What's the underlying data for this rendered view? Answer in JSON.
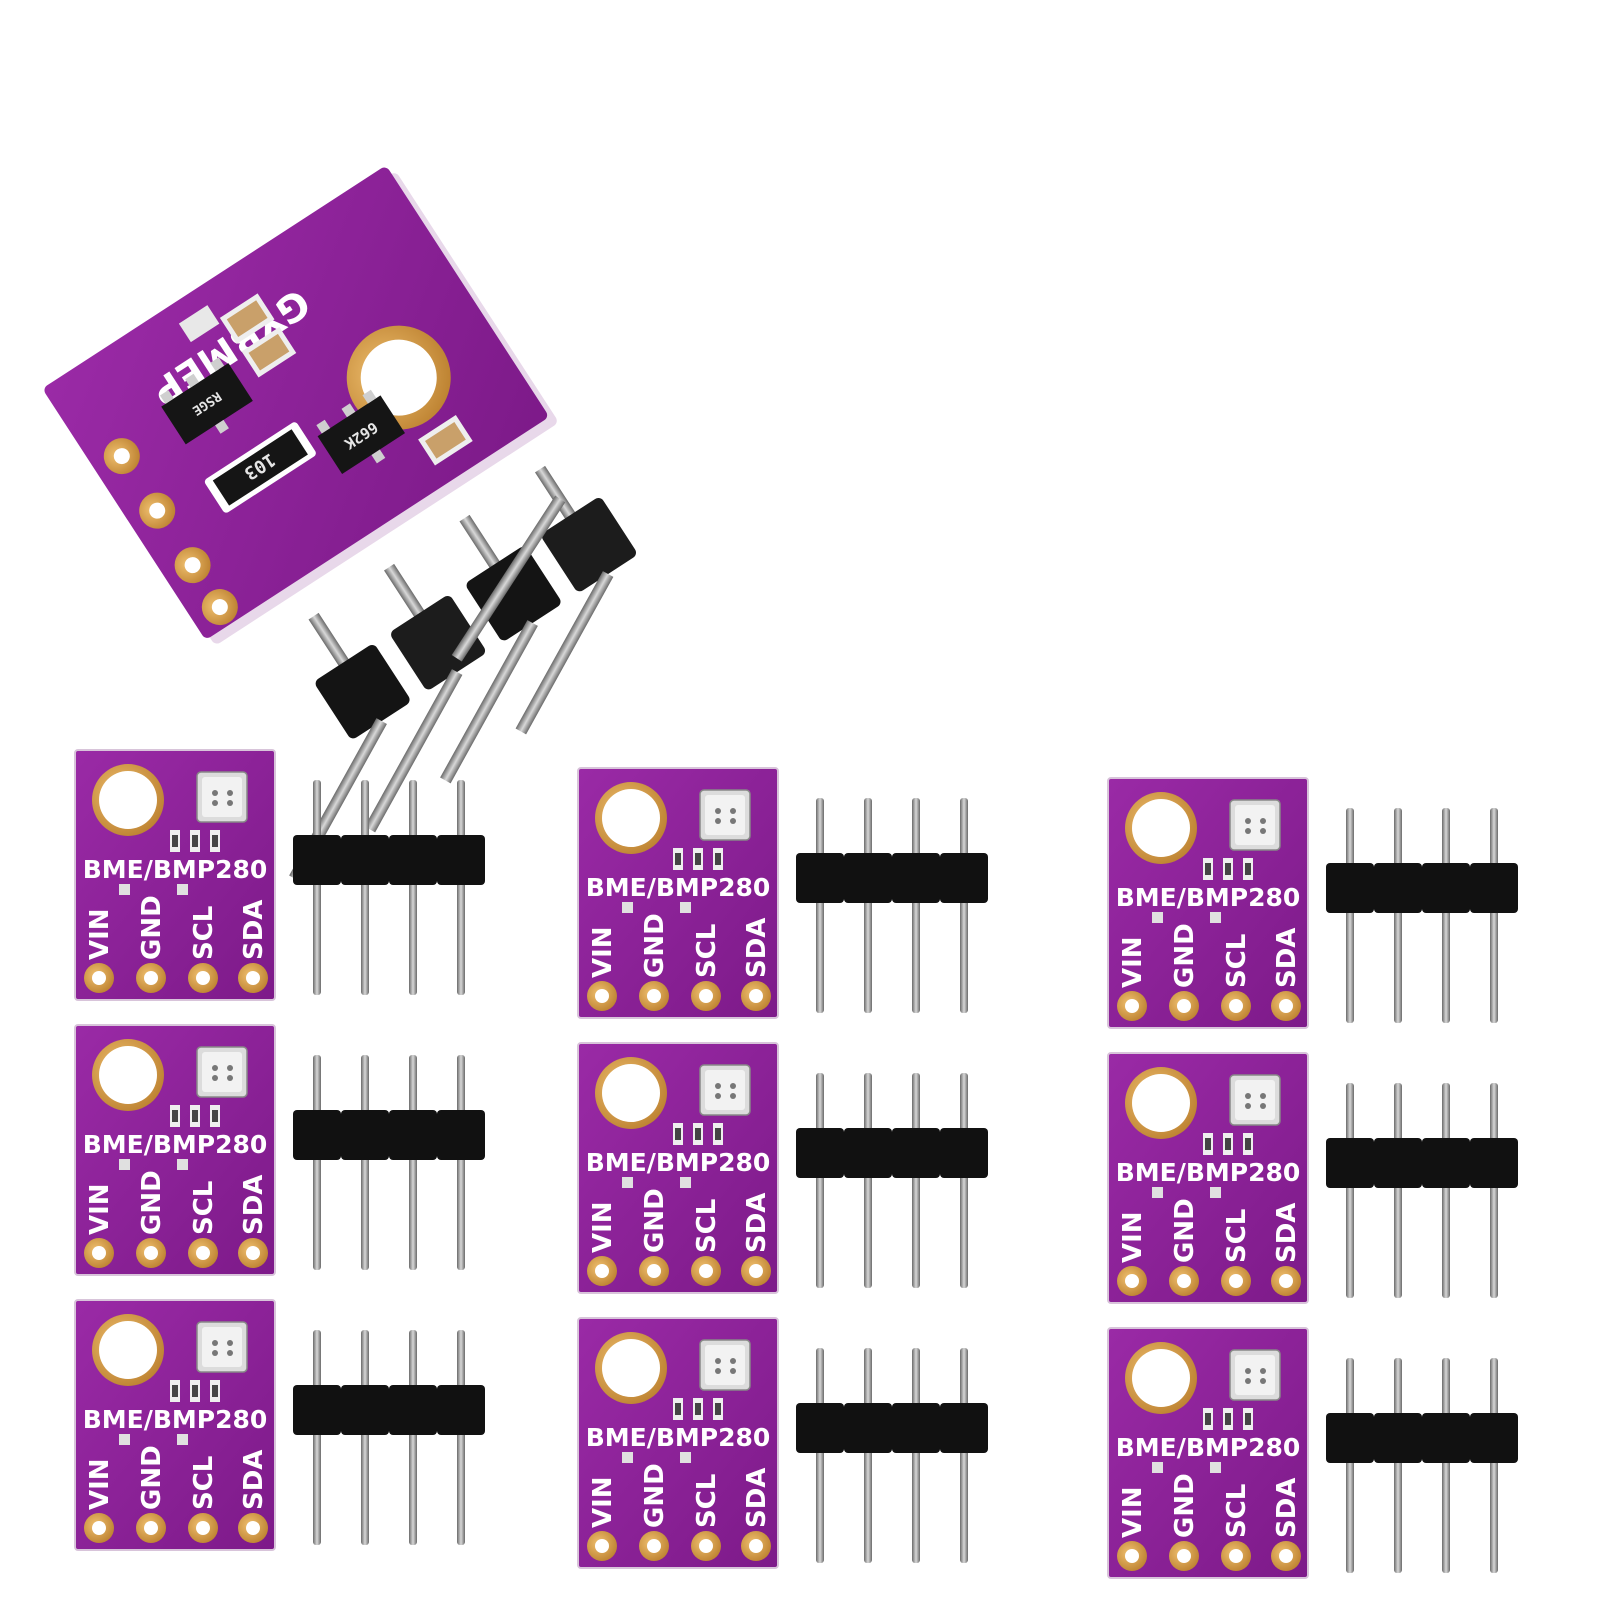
{
  "colors": {
    "background": "#ffffff",
    "pcb": "#8a1f95",
    "pcb_edge": "#6a1273",
    "pad_gold": "#d09a45",
    "header_plastic": "#111111",
    "pin_metal": "#9a9a9a"
  },
  "hero_board": {
    "brand": "GYBMEP",
    "resistor_code": "103",
    "regulator_code": "662K",
    "regulator2_code": "RSGE"
  },
  "module_board": {
    "model": "BME/BMP280",
    "pins": [
      "VIN",
      "GND",
      "SCL",
      "SDA"
    ]
  },
  "grid": {
    "columns": 3,
    "rows": 3,
    "module_count": 9
  }
}
